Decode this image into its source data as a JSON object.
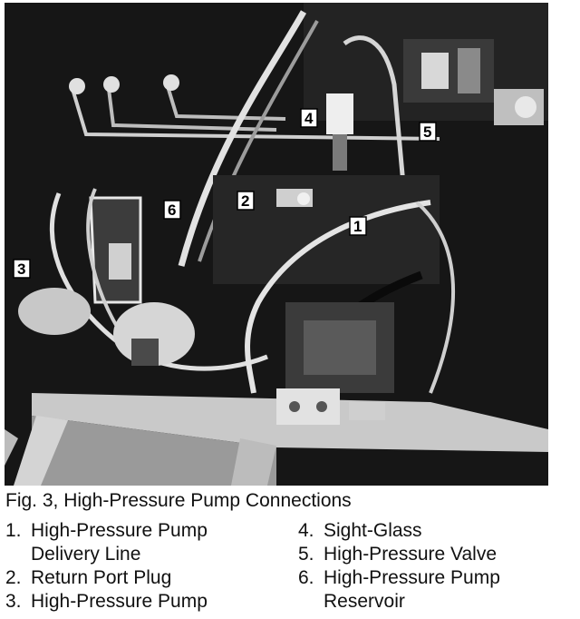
{
  "figure": {
    "caption": "Fig. 3, High-Pressure Pump Connections",
    "callouts": [
      "1",
      "2",
      "3",
      "4",
      "5",
      "6"
    ],
    "legend_left": [
      {
        "num": "1.",
        "line1": "High-Pressure Pump",
        "line2": "Delivery Line"
      },
      {
        "num": "2.",
        "line1": "Return Port Plug",
        "line2": ""
      },
      {
        "num": "3.",
        "line1": "High-Pressure Pump",
        "line2": ""
      }
    ],
    "legend_right": [
      {
        "num": "4.",
        "line1": "Sight-Glass",
        "line2": ""
      },
      {
        "num": "5.",
        "line1": "High-Pressure Valve",
        "line2": ""
      },
      {
        "num": "6.",
        "line1": "High-Pressure Pump",
        "line2": "Reservoir"
      }
    ]
  }
}
